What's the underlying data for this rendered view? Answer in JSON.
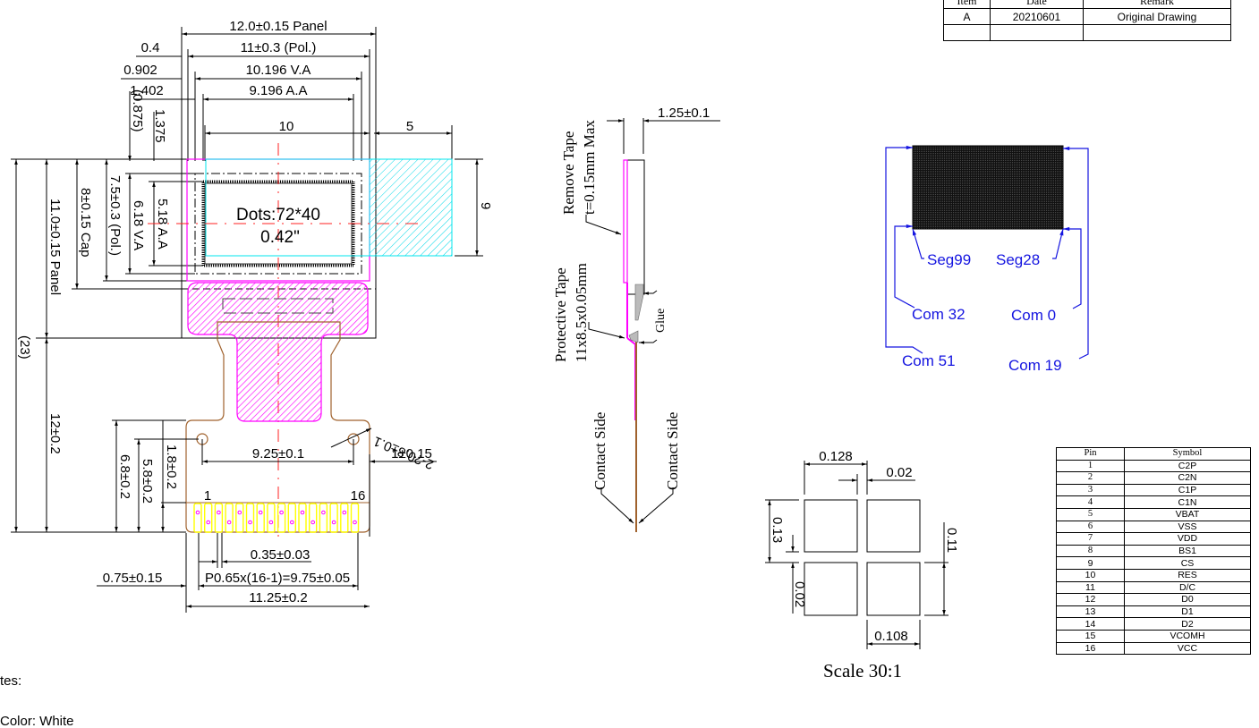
{
  "revision_table": {
    "headers": [
      "Item",
      "Date",
      "Remark"
    ],
    "rows": [
      {
        "item": "A",
        "date": "20210601",
        "remark": "Original Drawing"
      },
      {
        "item": "",
        "date": "",
        "remark": ""
      }
    ]
  },
  "front_view": {
    "top_dims": {
      "panel_width": "12.0±0.15 Panel",
      "pol_width": "11±0.3 (Pol.)",
      "va_width": "10.196 V.A",
      "aa_width": "9.196 A.A",
      "offset_04": "0.4",
      "offset_0902": "0.902",
      "offset_1402": "1.402",
      "offset_0875": "(0.875)",
      "offset_1375": "1.375",
      "touch_10": "10",
      "touch_5": "5"
    },
    "left_dims": {
      "total": "(23)",
      "panel_height": "11.0±0.15 Panel",
      "cap_height": "8±0.15 Cap",
      "pol_height": "7.5±0.3 (Pol.)",
      "va_height": "6.18 V.A",
      "aa_height": "5.18 A.A",
      "fpc_length": "12±0.2"
    },
    "right_dim_9": "9",
    "display_label": "Dots:72*40",
    "size_label": "0.42\"",
    "fpc_dims": {
      "hole_dia": "2-?0.8±0.1",
      "hole_pitch": "9.25±0.1",
      "edge_offset": "1±0.15",
      "h68": "6.8±0.2",
      "h58": "5.8±0.2",
      "h18": "1.8±0.2",
      "pin_first": "1",
      "pin_last": "16",
      "pad_width": "0.35±0.03",
      "pitch": "P0.65x(16-1)=9.75±0.05",
      "left_offset": "0.75±0.15",
      "total_width": "11.25±0.2"
    }
  },
  "side_view": {
    "thickness": "1.25±0.1",
    "remove_tape_1": "Remove Tape",
    "remove_tape_2": "t=0.15mm Max",
    "protective_tape_1": "Protective Tape",
    "protective_tape_2": "11x8.5x0.05mm",
    "glue": "Glue",
    "contact_left": "Contact Side",
    "contact_right": "Contact Side"
  },
  "scan_diagram": {
    "seg_left": "Seg99",
    "seg_right": "Seg28",
    "com_32": "Com 32",
    "com_0": "Com 0",
    "com_51": "Com 51",
    "com_19": "Com 19"
  },
  "pixel_detail": {
    "pitch_x": "0.128",
    "gap_x": "0.02",
    "pitch_y": "0.13",
    "gap_y": "0.02",
    "height": "0.11",
    "width": "0.108",
    "scale": "Scale 30:1"
  },
  "pin_table": {
    "headers": [
      "Pin",
      "Symbol"
    ],
    "rows": [
      {
        "pin": "1",
        "symbol": "C2P"
      },
      {
        "pin": "2",
        "symbol": "C2N"
      },
      {
        "pin": "3",
        "symbol": "C1P"
      },
      {
        "pin": "4",
        "symbol": "C1N"
      },
      {
        "pin": "5",
        "symbol": "VBAT"
      },
      {
        "pin": "6",
        "symbol": "VSS"
      },
      {
        "pin": "7",
        "symbol": "VDD"
      },
      {
        "pin": "8",
        "symbol": "BS1"
      },
      {
        "pin": "9",
        "symbol": "CS"
      },
      {
        "pin": "10",
        "symbol": "RES"
      },
      {
        "pin": "11",
        "symbol": "D/C"
      },
      {
        "pin": "12",
        "symbol": "D0"
      },
      {
        "pin": "13",
        "symbol": "D1"
      },
      {
        "pin": "14",
        "symbol": "D2"
      },
      {
        "pin": "15",
        "symbol": "VCOMH"
      },
      {
        "pin": "16",
        "symbol": "VCC"
      }
    ]
  },
  "notes": {
    "heading": "tes:",
    "color": "Color: White"
  },
  "colors": {
    "magenta": "#ff00ff",
    "cyan": "#00e5ee",
    "fpc_brown": "#a0622d",
    "centerline_red": "#ff2020",
    "scan_blue": "#1515e0",
    "pad_yellow": "#ffff00"
  }
}
